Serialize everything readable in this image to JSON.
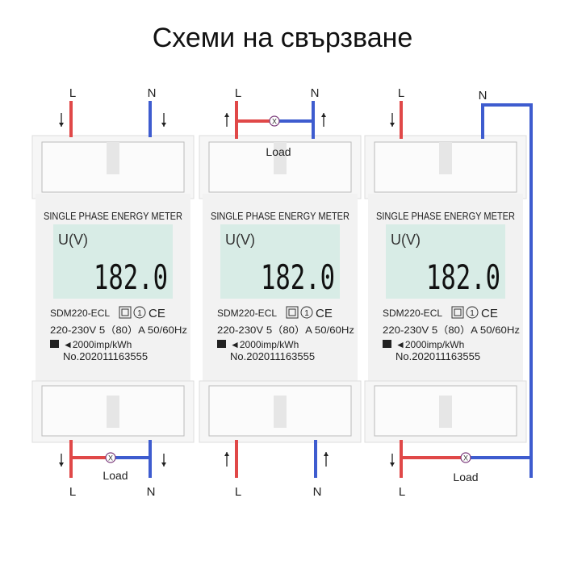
{
  "title": "Схеми на свързване",
  "colors": {
    "line": "#e04848",
    "neutral": "#3e5ccf",
    "lcd": "#d8ece6",
    "body": "#f2f2f2"
  },
  "labels": {
    "L": "L",
    "N": "N",
    "load": "Load",
    "lamp": "X"
  },
  "meter": {
    "heading": "SINGLE PHASE ENERGY METER",
    "unit": "U(V)",
    "reading": "182.0",
    "model": "SDM220-ECL",
    "class": "1",
    "ce": "CE",
    "rating": "220-230V 5（80）A 50/60Hz",
    "impulse": "◄2000imp/kWh",
    "serial": "No.202011163555"
  },
  "meters": [
    {
      "name": "meter-1",
      "top_arrows": "down",
      "bottom_arrows": "down"
    },
    {
      "name": "meter-2",
      "top_arrows": "up",
      "bottom_arrows": "up"
    },
    {
      "name": "meter-3",
      "top_arrows": "down",
      "bottom_arrows": "down"
    }
  ]
}
